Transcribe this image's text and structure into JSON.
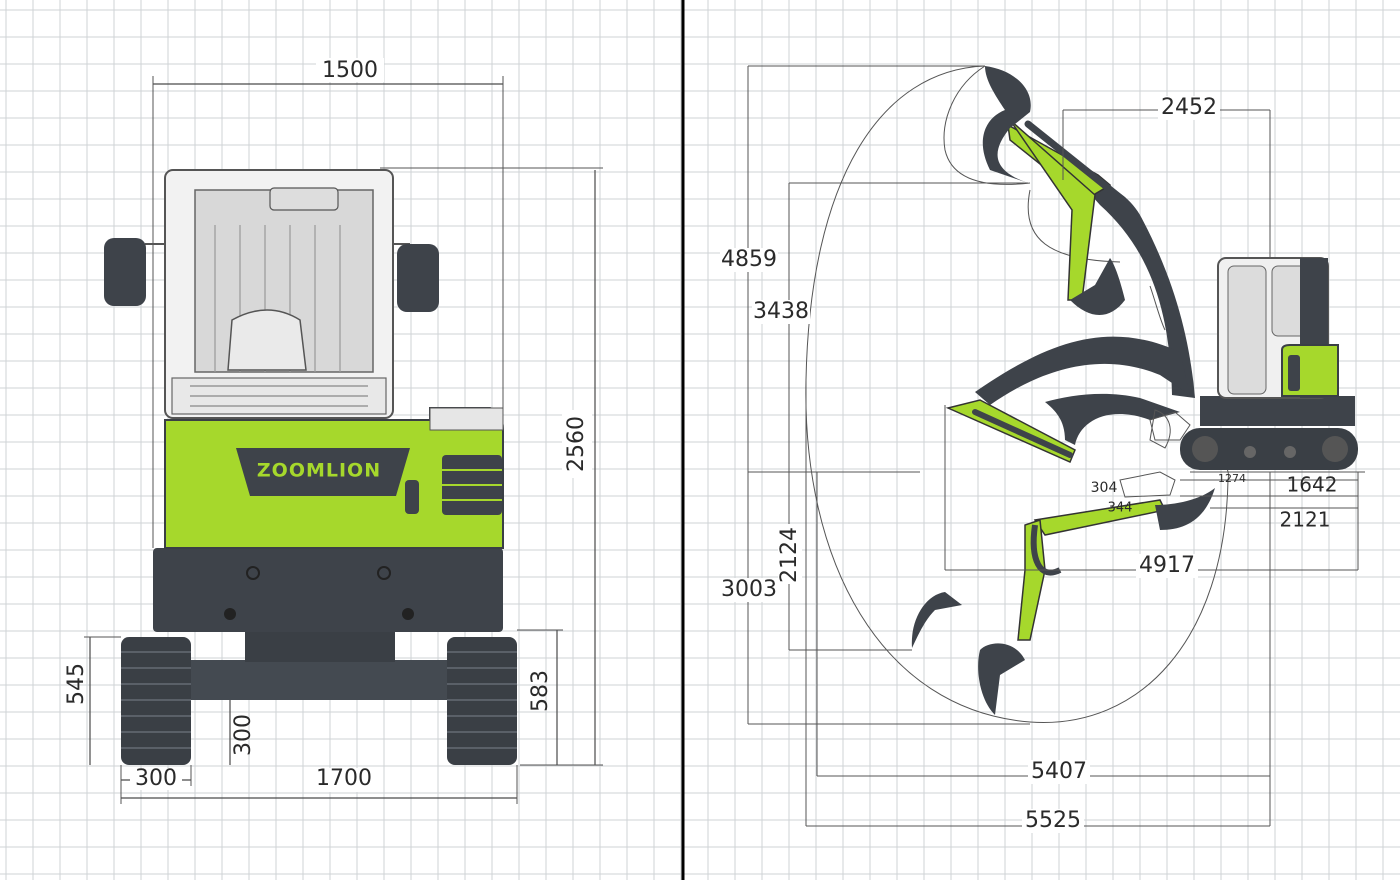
{
  "brand": {
    "logo_text": "ZOOMLION"
  },
  "colors": {
    "brand_green": "#a6d82c",
    "body_dark": "#3e434a",
    "grid": "#cfd3d6",
    "divider": "#000000"
  },
  "front_view": {
    "dims": {
      "width_top": "1500",
      "height_total": "2560",
      "track_height_left": "545",
      "track_height_right": "583",
      "ground_clearance": "300",
      "track_width": "300",
      "track_gauge": "1700"
    }
  },
  "side_view": {
    "dims": {
      "max_dump_height_radius": "2452",
      "max_dig_height": "4859",
      "max_dump_height": "3438",
      "max_dig_depth": "3003",
      "vertical_wall_depth": "2124",
      "blade_height": "304",
      "blade_depth": "344",
      "tail_radius": "1642",
      "front_radius": "2121",
      "min_swing_radius": "4917",
      "max_reach_ground": "5407",
      "max_reach": "5525",
      "small_label": "1274"
    }
  }
}
